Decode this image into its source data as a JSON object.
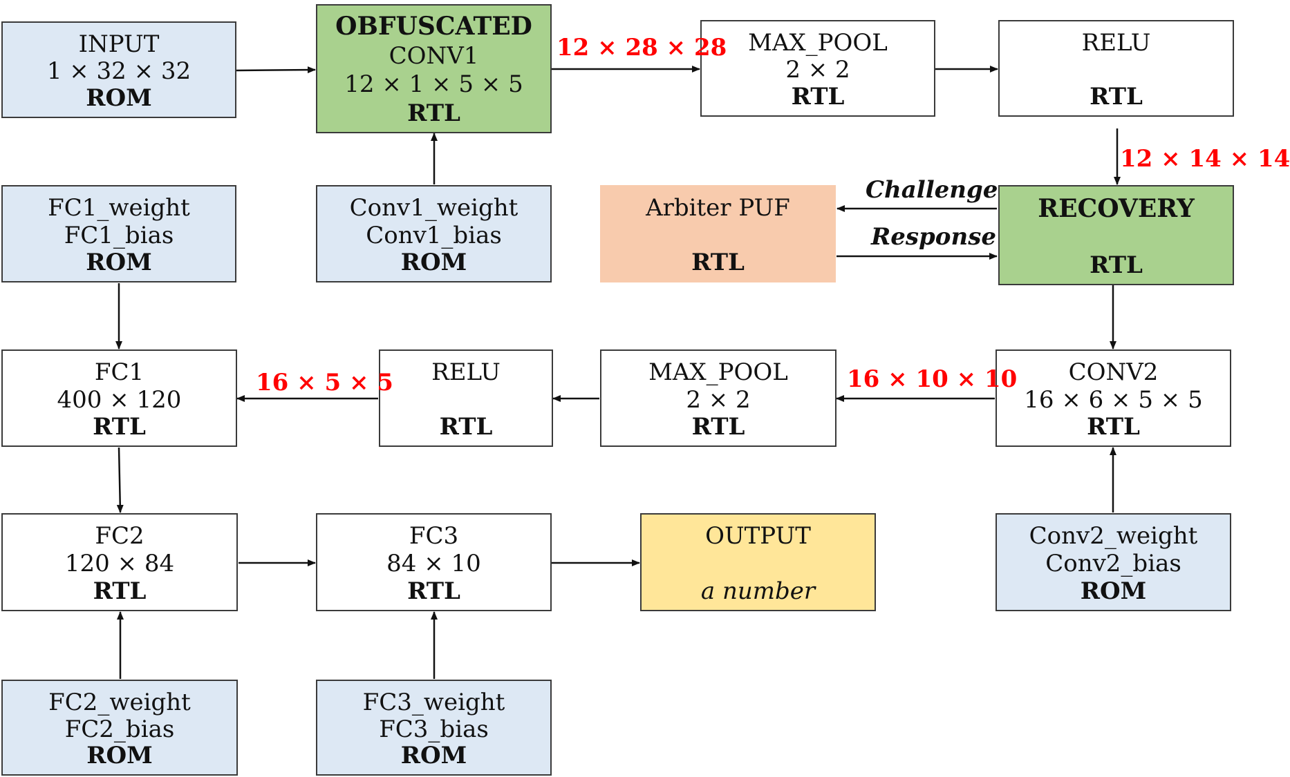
{
  "colors": {
    "rom_fill": "#dde8f4",
    "rtl_fill": "#ffffff",
    "secure_fill": "#a9d18e",
    "puf_fill": "#f8cbad",
    "output_fill": "#ffe699",
    "border": "#3a3a3a",
    "dimension_label": "#ff0000",
    "arrow": "#111111"
  },
  "nodes": {
    "input": {
      "line1": "INPUT",
      "line2": "1 × 32 × 32",
      "line3": "ROM"
    },
    "conv1": {
      "line0": "OBFUSCATED",
      "line1": "CONV1",
      "line2": "12 × 1 × 5 × 5",
      "line3": "RTL"
    },
    "maxpool1": {
      "line1": "MAX_POOL",
      "line2": "2 × 2",
      "line3": "RTL"
    },
    "relu1": {
      "line1": "RELU",
      "line2": "",
      "line3": "RTL"
    },
    "fc1_params": {
      "line1": "FC1_weight",
      "line2": "FC1_bias",
      "line3": "ROM"
    },
    "conv1_params": {
      "line1": "Conv1_weight",
      "line2": "Conv1_bias",
      "line3": "ROM"
    },
    "puf": {
      "line1": "Arbiter PUF",
      "line2": "",
      "line3": "RTL"
    },
    "recovery": {
      "line1": "RECOVERY",
      "line2": "",
      "line3": "RTL"
    },
    "fc1": {
      "line1": "FC1",
      "line2": "400 × 120",
      "line3": "RTL"
    },
    "relu2": {
      "line1": "RELU",
      "line2": "",
      "line3": "RTL"
    },
    "maxpool2": {
      "line1": "MAX_POOL",
      "line2": "2 × 2",
      "line3": "RTL"
    },
    "conv2": {
      "line1": "CONV2",
      "line2": "16 × 6 × 5 × 5",
      "line3": "RTL"
    },
    "fc2": {
      "line1": "FC2",
      "line2": "120 × 84",
      "line3": "RTL"
    },
    "fc3": {
      "line1": "FC3",
      "line2": "84 × 10",
      "line3": "RTL"
    },
    "output": {
      "line1": "OUTPUT",
      "line2": "",
      "line3": "a number"
    },
    "conv2_params": {
      "line1": "Conv2_weight",
      "line2": "Conv2_bias",
      "line3": "ROM"
    },
    "fc2_params": {
      "line1": "FC2_weight",
      "line2": "FC2_bias",
      "line3": "ROM"
    },
    "fc3_params": {
      "line1": "FC3_weight",
      "line2": "FC3_bias",
      "line3": "ROM"
    }
  },
  "edge_labels": {
    "conv1_to_maxpool": "12 × 28 × 28",
    "relu_to_recovery": "12 × 14 × 14",
    "challenge": "Challenge",
    "response": "Response",
    "conv2_to_maxpool": "16 × 10 × 10",
    "relu_to_fc1": "16 × 5 × 5"
  }
}
